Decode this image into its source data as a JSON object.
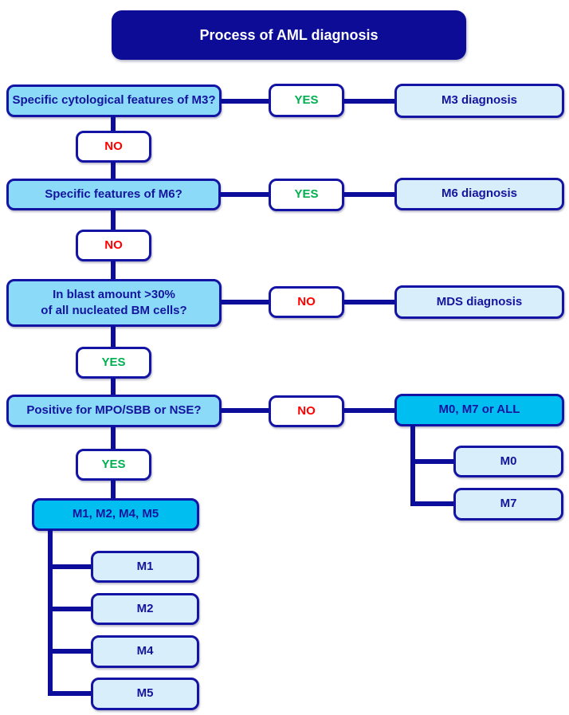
{
  "title": "Process of AML diagnosis",
  "colors": {
    "navy_border": "#1414a4",
    "navy_line": "#0d0d9c",
    "title_fill": "#0c0c96",
    "question_fill": "#8bdbf8",
    "result_fill": "#d9eefb",
    "highlight_fill": "#00bff0",
    "yes_green": "#00b050",
    "no_red": "#ff0000",
    "text_navy": "#14149e"
  },
  "steps": {
    "m3": {
      "question": "Specific cytological features of M3?",
      "branch": "YES",
      "result": "M3 diagnosis",
      "next": "NO"
    },
    "m6": {
      "question": "Specific features of M6?",
      "branch": "YES",
      "result": "M6 diagnosis",
      "next": "NO"
    },
    "blast": {
      "question_line1": "In blast amount >30%",
      "question_line2": "of all nucleated BM cells?",
      "branch": "NO",
      "result": "MDS diagnosis",
      "next": "YES"
    },
    "mpo": {
      "question": "Positive for MPO/SBB or NSE?",
      "branch": "NO",
      "result": "M0, M7 or ALL",
      "next": "YES"
    }
  },
  "negative_children": [
    "M0",
    "M7"
  ],
  "positive_group": "M1, M2, M4, M5",
  "positive_children": [
    "M1",
    "M2",
    "M4",
    "M5"
  ]
}
